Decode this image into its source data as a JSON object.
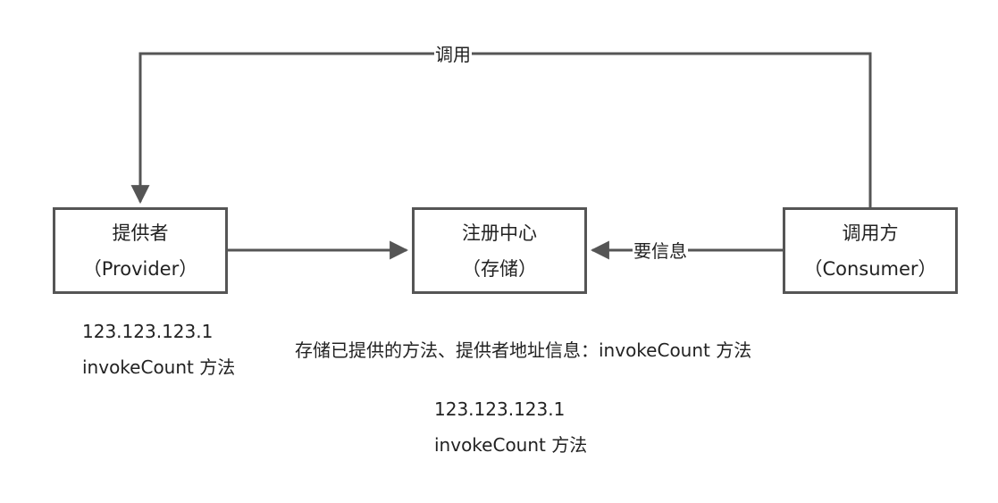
{
  "nodes": {
    "provider": {
      "title": "提供者",
      "subtitle": "（Provider）"
    },
    "registry": {
      "title": "注册中心",
      "subtitle": "（存储）"
    },
    "consumer": {
      "title": "调用方",
      "subtitle": "（Consumer）"
    }
  },
  "edges": {
    "consumer_to_provider": {
      "label": "调用"
    },
    "consumer_to_registry": {
      "label": "要信息"
    },
    "provider_to_registry": {
      "label": ""
    }
  },
  "notes": {
    "provider": {
      "line1": "123.123.123.1",
      "line2": "invokeCount 方法"
    },
    "registry": {
      "text": "存储已提供的方法、提供者地址信息：invokeCount 方法"
    },
    "sample": {
      "line1": "123.123.123.1",
      "line2": "invokeCount 方法"
    }
  },
  "colors": {
    "line": "#555555",
    "text": "#222222",
    "background": "#ffffff"
  }
}
